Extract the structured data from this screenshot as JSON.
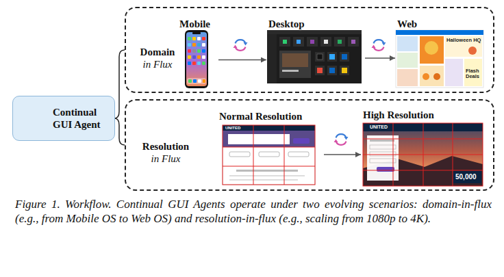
{
  "diagram": {
    "caption": "Figure 1. Workflow. Continual GUI Agents operate under two evolving scenarios: domain-in-flux (e.g., from Mobile OS to Web OS) and resolution-in-flux (e.g., scaling from 1080p to 4K).",
    "nodes": [
      {
        "text": [
          "Continual GUI Agent"
        ]
      },
      {
        "text": [
          "Domain",
          "in Flux"
        ]
      },
      {
        "text": [
          "Mobile"
        ],
        "in": 1
      },
      {
        "text": [
          "Desktop"
        ],
        "in": 1
      },
      {
        "text": [
          "Web"
        ],
        "in": 1
      },
      {
        "text": [
          "Resolution",
          "in Flux"
        ]
      },
      {
        "text": [
          "Normal Resolution"
        ],
        "in": 5
      },
      {
        "text": [
          "High Resolution"
        ],
        "in": 5
      }
    ],
    "edges": [
      {
        "from": 2,
        "to": 3,
        "arrow": "to"
      },
      {
        "from": 3,
        "to": 4,
        "arrow": "to"
      },
      {
        "from": 6,
        "to": 7,
        "arrow": "to"
      }
    ],
    "labels": [
      "Halloween HQ",
      "Flash Deals",
      "UNITED",
      "UNITED",
      "50,000"
    ]
  }
}
